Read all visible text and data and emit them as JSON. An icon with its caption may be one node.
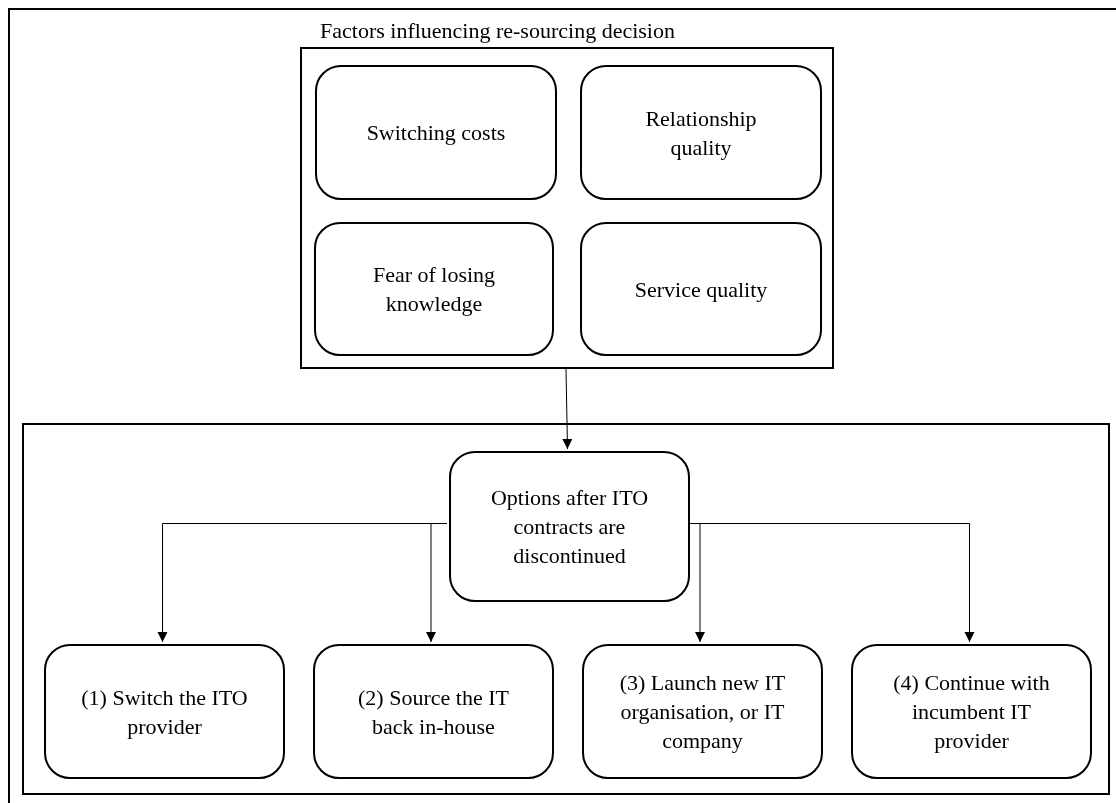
{
  "diagram": {
    "nodes": [
      {
        "text": [
          "Factors influencing re-sourcing decision"
        ]
      },
      {
        "text": [
          "Switching costs"
        ],
        "in": 0
      },
      {
        "text": [
          "Relationship quality"
        ],
        "in": 0
      },
      {
        "text": [
          "Fear of losing knowledge"
        ],
        "in": 0
      },
      {
        "text": [
          "Service quality"
        ],
        "in": 0
      },
      {
        "text": [],
        "shape": "box"
      },
      {
        "text": [
          "Options after ITO contracts are discontinued"
        ],
        "in": 5
      },
      {
        "text": [
          "(1) Switch the ITO provider"
        ],
        "in": 5
      },
      {
        "text": [
          "(2) Source the IT back in-house"
        ],
        "in": 5
      },
      {
        "text": [
          "(3) Launch new IT organisation, or IT company"
        ],
        "in": 5
      },
      {
        "text": [
          "(4) Continue with incumbent IT provider"
        ],
        "in": 5
      }
    ],
    "edges": [
      {
        "from": 0,
        "to": 6,
        "arrow": "to"
      },
      {
        "from": 6,
        "to": 7,
        "arrow": "to"
      },
      {
        "from": 6,
        "to": 8,
        "arrow": "to"
      },
      {
        "from": 6,
        "to": 9,
        "arrow": "to"
      },
      {
        "from": 6,
        "to": 10,
        "arrow": "to"
      }
    ]
  }
}
